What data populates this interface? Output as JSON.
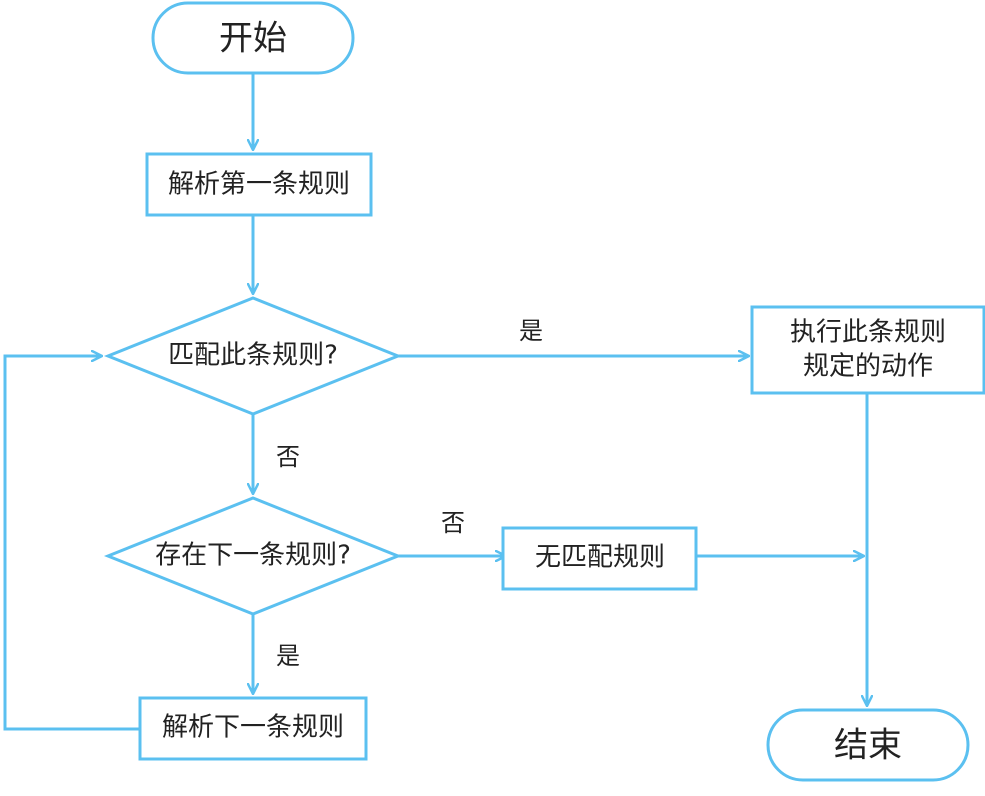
{
  "colors": {
    "stroke": "#5bc0f0",
    "text": "#222222",
    "background": "#ffffff"
  },
  "nodes": {
    "start": "开始",
    "parse_first": "解析第一条规则",
    "match_rule": "匹配此条规则?",
    "execute_line1": "执行此条规则",
    "execute_line2": "规定的动作",
    "has_next": "存在下一条规则?",
    "no_match": "无匹配规则",
    "parse_next": "解析下一条规则",
    "end": "结束"
  },
  "edge_labels": {
    "match_yes": "是",
    "match_no": "否",
    "next_no": "否",
    "next_yes": "是"
  }
}
